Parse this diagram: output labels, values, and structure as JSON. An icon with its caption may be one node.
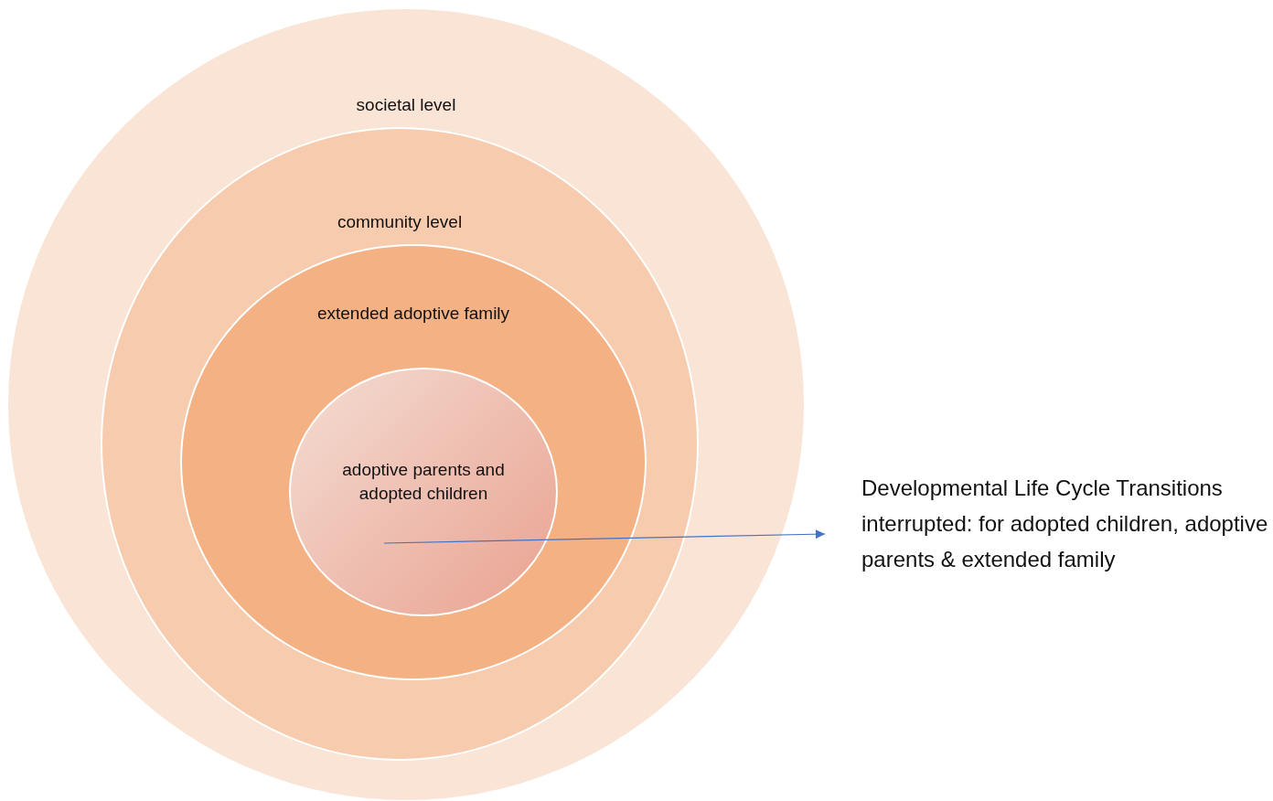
{
  "diagram": {
    "nodes": [
      {
        "text": [
          "societal level"
        ]
      },
      {
        "text": [
          "community level"
        ],
        "in": 0
      },
      {
        "text": [
          "extended adoptive family"
        ],
        "in": 1
      },
      {
        "text": [
          "adoptive parents and adopted children"
        ],
        "in": 2
      },
      {
        "text": [
          "Developmental Life Cycle Transitions interrupted: for adopted children, adoptive parents & extended family"
        ]
      }
    ],
    "edges": [
      {
        "from": 3,
        "to": 4,
        "arrow": "to",
        "color": "#4472c4"
      }
    ]
  }
}
